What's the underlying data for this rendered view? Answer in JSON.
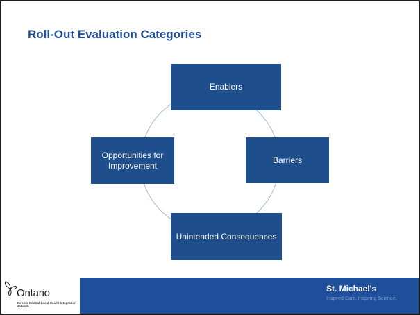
{
  "slide": {
    "title": "Roll-Out Evaluation Categories"
  },
  "cycle": {
    "nodes": [
      {
        "id": "top",
        "label": "Enablers"
      },
      {
        "id": "right",
        "label": "Barriers"
      },
      {
        "id": "bottom",
        "label": "Unintended Consequences"
      },
      {
        "id": "left",
        "label": "Opportunities for Improvement"
      }
    ],
    "node_color": "#1f4e8c",
    "ring_color": "#9fb6d9"
  },
  "footer": {
    "ontario_logo": {
      "name": "Ontario",
      "subtitle": "Toronto Central Local Health Integration Network",
      "icon": "trillium-icon"
    },
    "stmichaels_logo": {
      "name": "St. Michael's",
      "tagline": "Inspired Care. Inspiring Science."
    },
    "bar_color": "#1f4e9a"
  }
}
